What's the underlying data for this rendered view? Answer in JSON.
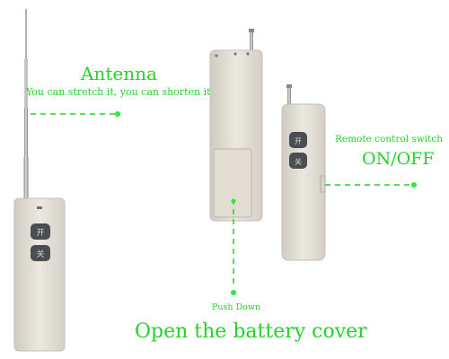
{
  "image": {
    "background": "#ffffff",
    "accent_color": "#23d32a",
    "device_color": "#e4e0d6",
    "button_color": "#4a4d52"
  },
  "annotations": {
    "antenna_title": "Antenna",
    "antenna_desc": "You can stretch it, you can shorten it",
    "remote_switch_label": "Remote control switch",
    "onoff_label": "ON/OFF",
    "push_down": "Push Down",
    "caption": "Open the battery cover"
  },
  "buttons": {
    "open_glyph": "开",
    "close_glyph": "关"
  }
}
